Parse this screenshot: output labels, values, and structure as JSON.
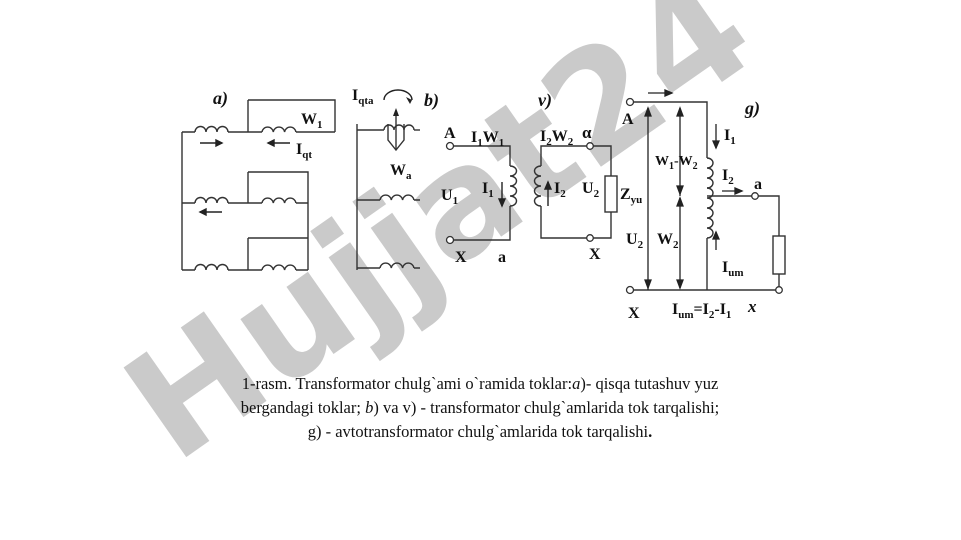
{
  "watermark": {
    "text": "Hujjat24",
    "colors": {
      "gray": "#c8c8c8",
      "violet": "#c9b8f2"
    }
  },
  "diagram": {
    "a": {
      "tag": "a)",
      "w1": "W",
      "w1_sub": "1",
      "iqt": "I",
      "iqt_sub": "qt"
    },
    "b": {
      "tag": "b)",
      "iqta": "I",
      "iqta_sub": "qta",
      "wa": "W",
      "wa_sub": "a"
    },
    "v": {
      "tag": "v)",
      "A": "A",
      "I1W1": "I",
      "I1W1_sub1": "1",
      "I1W1_mid": "W",
      "I1W1_sub2": "1",
      "I2W2": "I",
      "I2W2_sub1": "2",
      "I2W2_mid": "W",
      "I2W2_sub2": "2",
      "alpha": "α",
      "U1": "U",
      "U1_sub": "1",
      "I1": "I",
      "I1_sub": "1",
      "I2": "I",
      "I2_sub": "2",
      "U2": "U",
      "U2_sub": "2",
      "Zyu": "Z",
      "Zyu_sub": "yu",
      "X": "X",
      "a": "a",
      "X2": "X"
    },
    "g": {
      "tag": "g)",
      "A": "A",
      "I1": "I",
      "I1_sub": "1",
      "W1W2": "W",
      "W1W2_sub1": "1",
      "W1W2_mid": "-W",
      "W1W2_sub2": "2",
      "I2": "I",
      "I2_sub": "2",
      "a": "a",
      "U2": "U",
      "U2_sub": "2",
      "W2": "W",
      "W2_sub": "2",
      "Ium": "I",
      "Ium_sub": "um",
      "X": "X",
      "x": "x",
      "eq_I": "I",
      "eq_um": "um",
      "eq_rest": "=I",
      "eq_2": "2",
      "eq_minus": "-I",
      "eq_1": "1"
    }
  },
  "caption": {
    "line1_pre": "1-rasm. Transformator chulg`ami o`ramida toklar:",
    "line1_a": "a",
    "line1_post": ")- qisqa tutashuv yuz",
    "line2_pre": "bergandagi toklar; ",
    "line2_b": "b",
    "line2_post": ") va v) - transformator chulg`amlarida tok tarqalishi;",
    "line3": "g) - avtotransformator chulg`amlarida tok tarqalishi",
    "line3_end": "."
  }
}
